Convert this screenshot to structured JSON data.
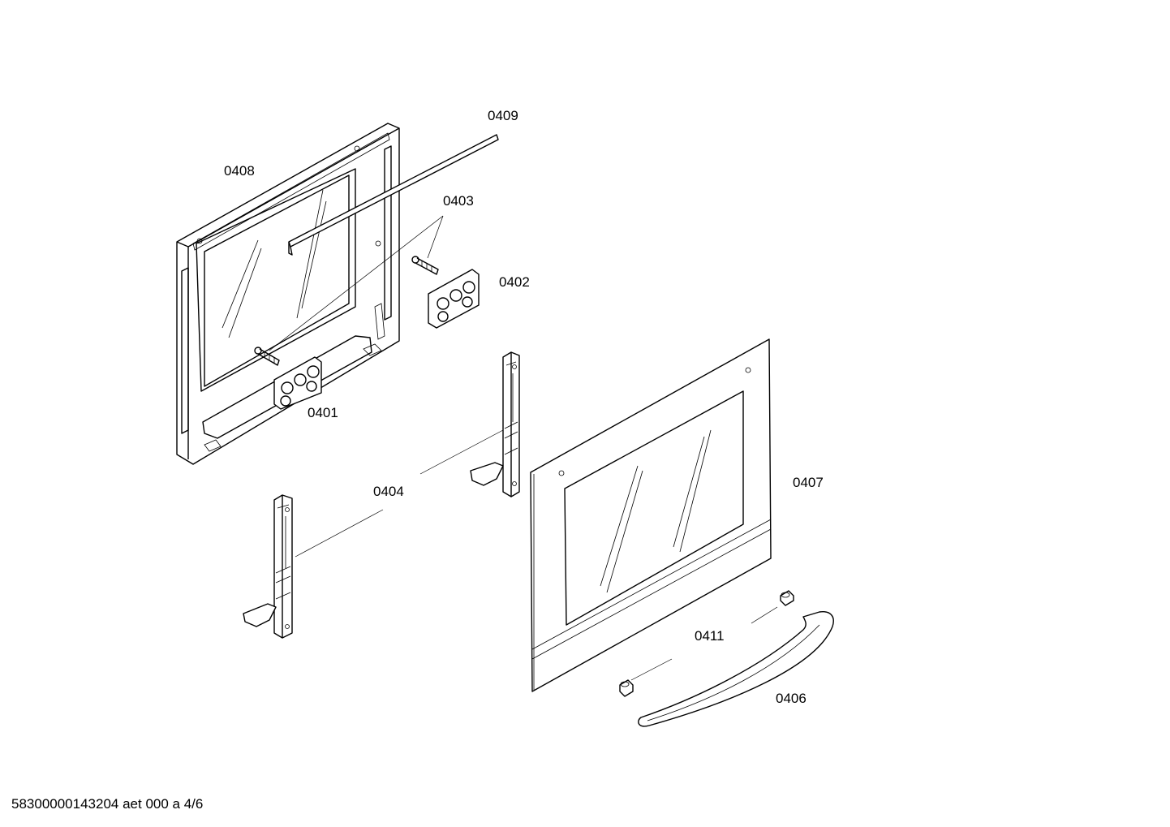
{
  "diagram": {
    "parts": [
      {
        "id": "0409",
        "label": "0409"
      },
      {
        "id": "0408",
        "label": "0408"
      },
      {
        "id": "0403",
        "label": "0403"
      },
      {
        "id": "0402",
        "label": "0402"
      },
      {
        "id": "0401",
        "label": "0401"
      },
      {
        "id": "0404",
        "label": "0404"
      },
      {
        "id": "0407",
        "label": "0407"
      },
      {
        "id": "0411",
        "label": "0411"
      },
      {
        "id": "0406",
        "label": "0406"
      }
    ]
  },
  "footer": {
    "text": "58300000143204 aet 000 a 4/6"
  }
}
